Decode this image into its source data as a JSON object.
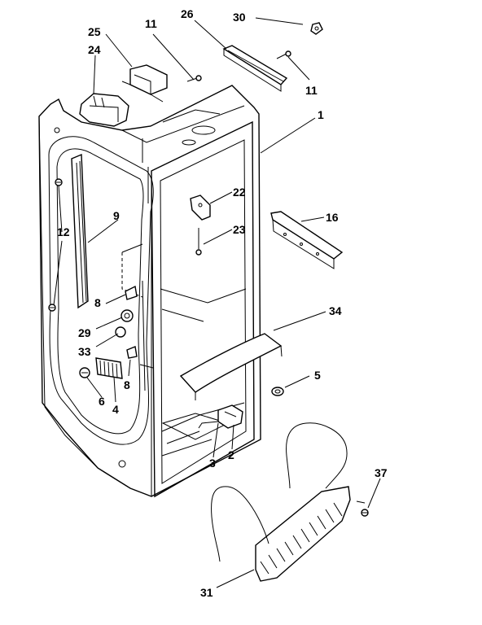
{
  "diagram": {
    "labels": {
      "l30": "30",
      "l26": "26",
      "l11a": "11",
      "l25": "25",
      "l24": "24",
      "l11b": "11",
      "l1": "1",
      "l22": "22",
      "l9": "9",
      "l16": "16",
      "l12": "12",
      "l23": "23",
      "l8a": "8",
      "l34": "34",
      "l29": "29",
      "l33": "33",
      "l8b": "8",
      "l5": "5",
      "l6": "6",
      "l4": "4",
      "l3": "3",
      "l2": "2",
      "l37": "37",
      "l31": "31"
    }
  }
}
